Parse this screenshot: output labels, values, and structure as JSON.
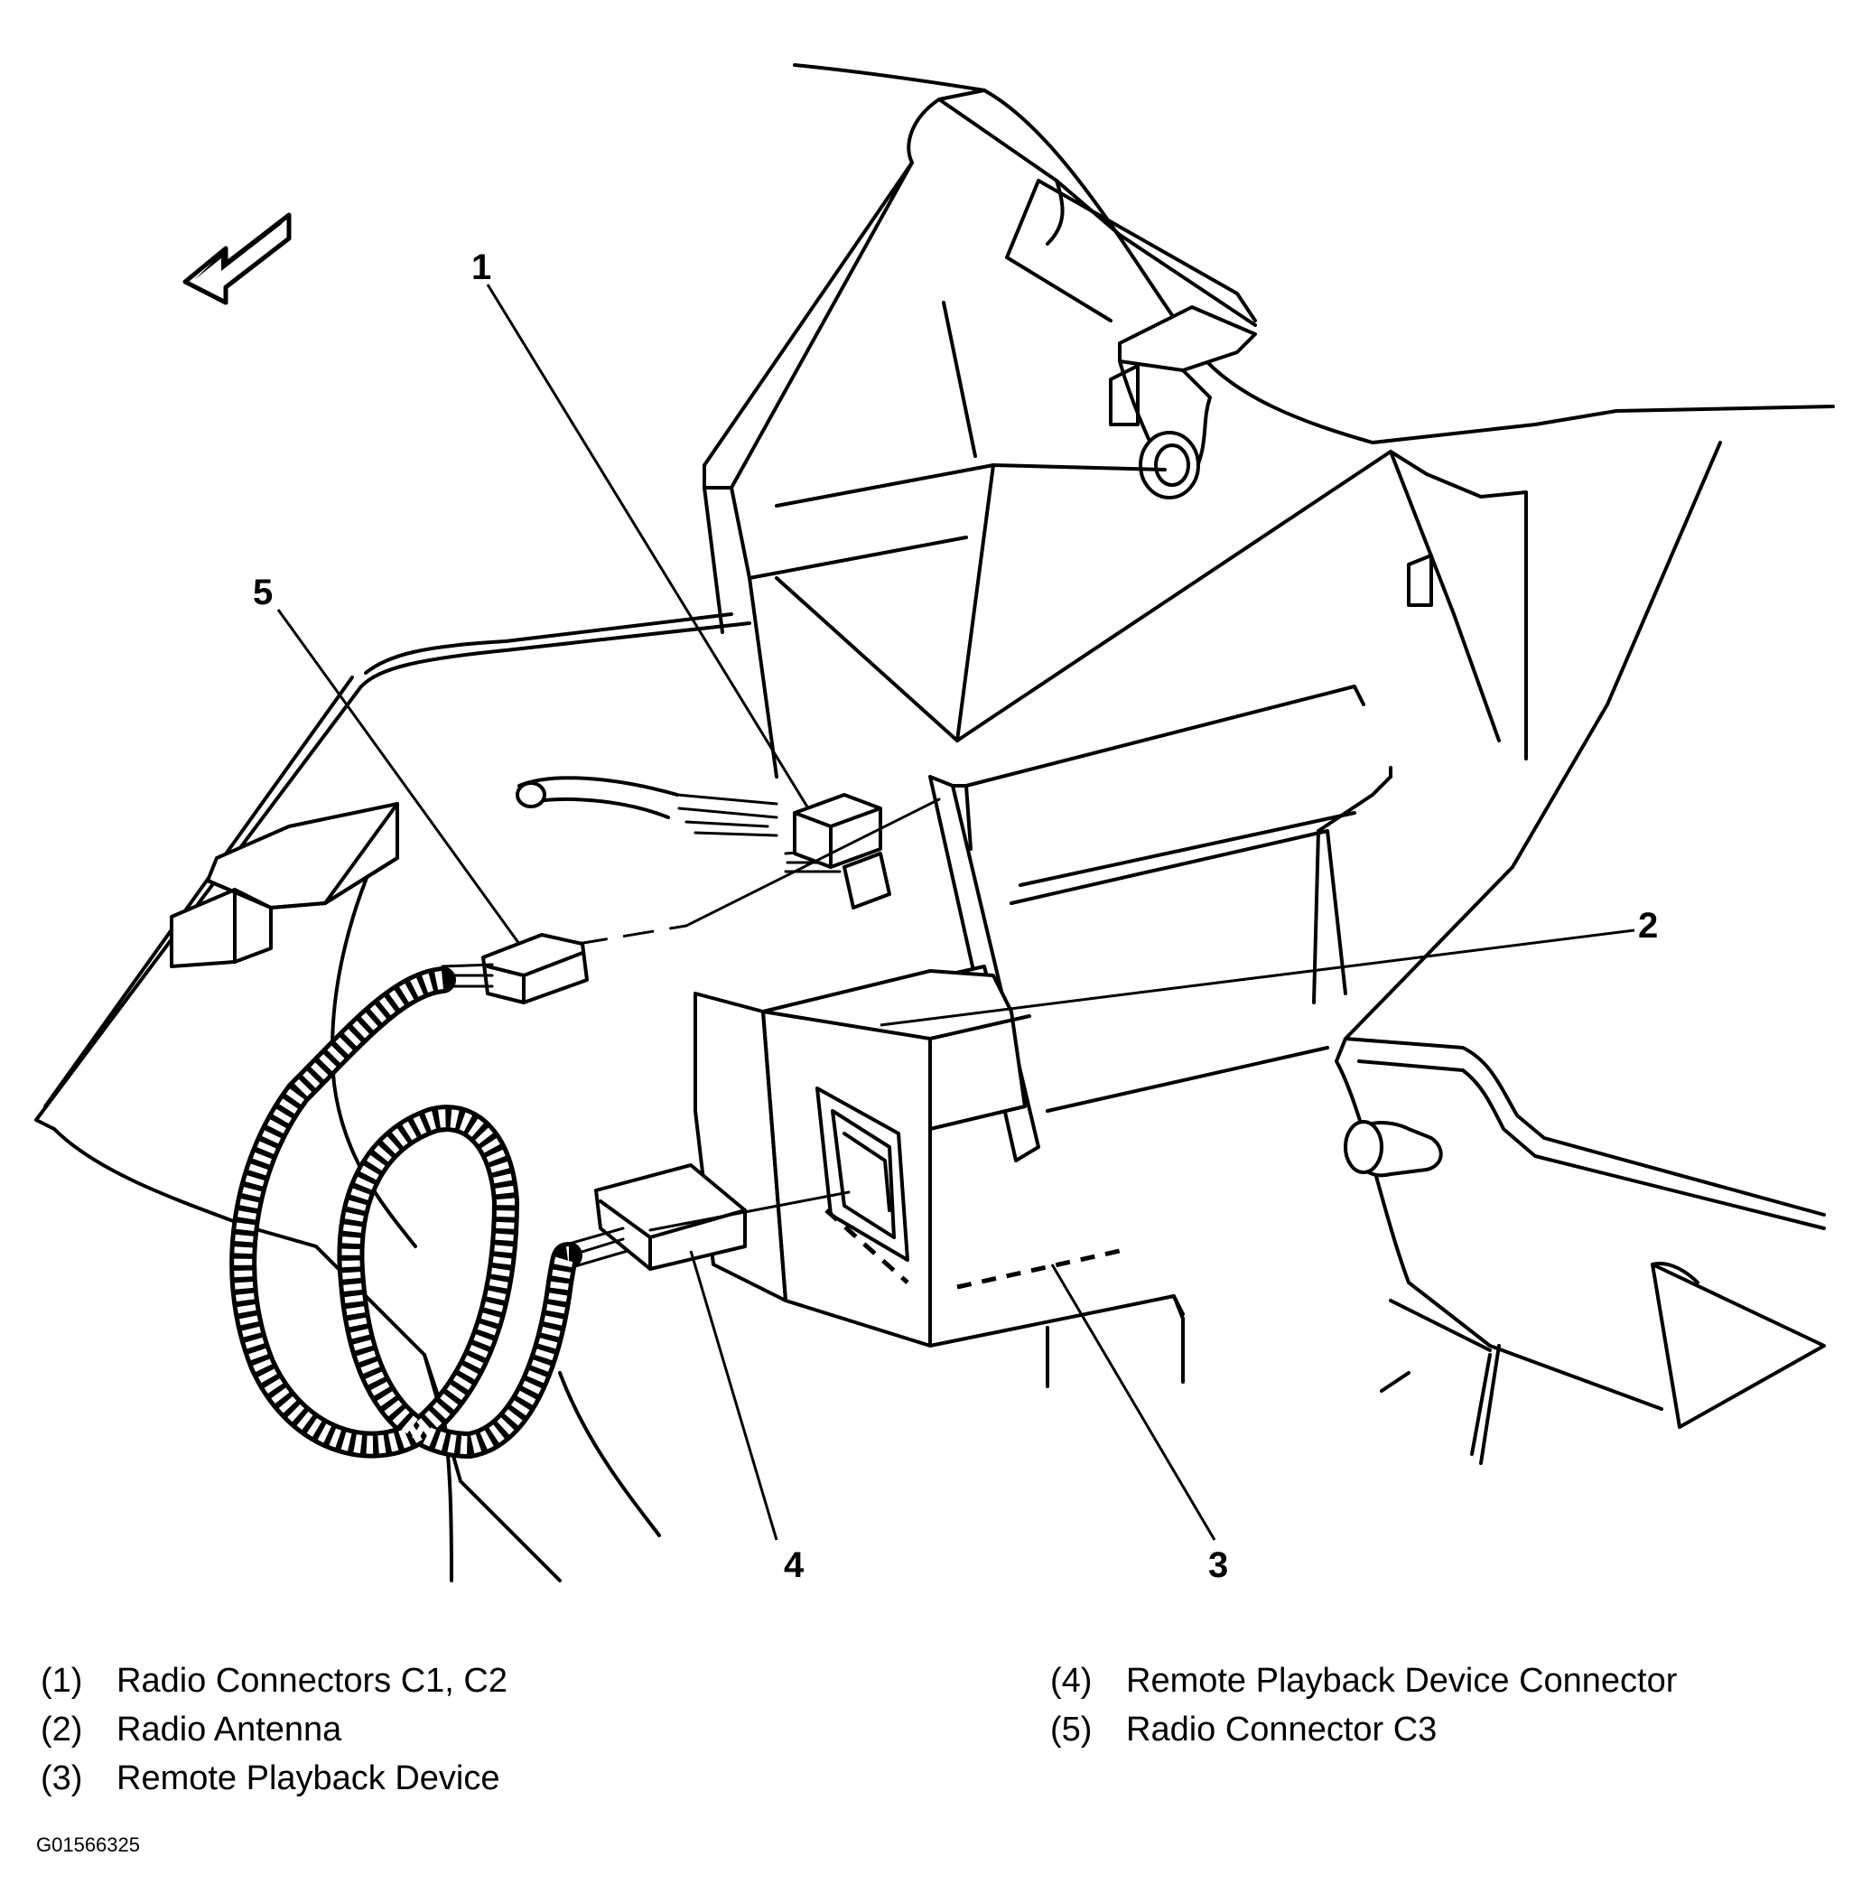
{
  "callouts": {
    "c1": "1",
    "c2": "2",
    "c3": "3",
    "c4": "4",
    "c5": "5"
  },
  "legend": {
    "items": [
      {
        "num": "(1)",
        "text": "Radio Connectors C1, C2"
      },
      {
        "num": "(2)",
        "text": "Radio Antenna"
      },
      {
        "num": "(3)",
        "text": "Remote Playback Device"
      },
      {
        "num": "(4)",
        "text": "Remote Playback Device Connector"
      },
      {
        "num": "(5)",
        "text": "Radio Connector C3"
      }
    ]
  },
  "figure_id": "G01566325",
  "icons": {
    "direction_arrow": "front-direction-arrow-icon"
  }
}
